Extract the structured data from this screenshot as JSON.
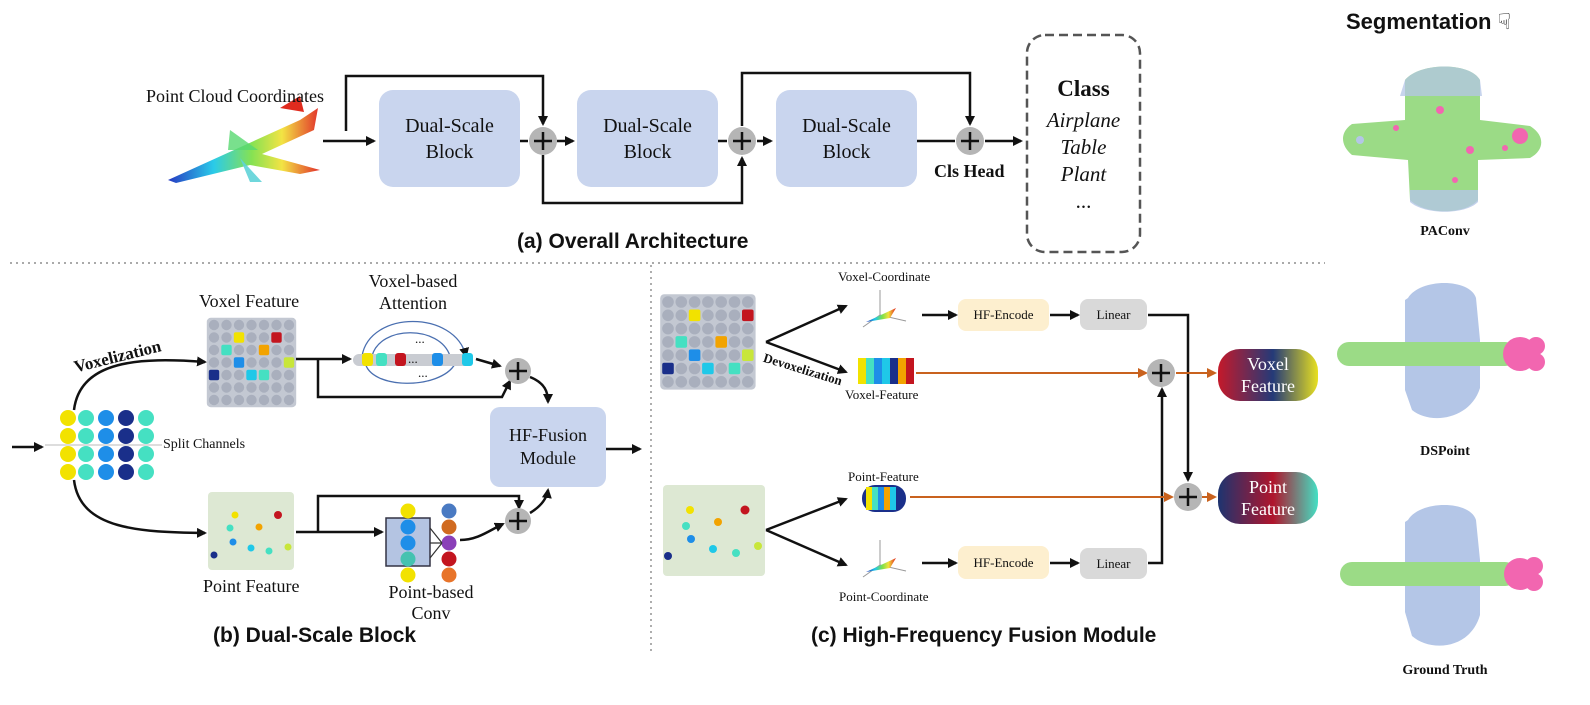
{
  "captions": {
    "a": "(a) Overall Architecture",
    "b": "(b) Dual-Scale Block",
    "c": "(c) High-Frequency Fusion Module"
  },
  "overall": {
    "input_label": "Point Cloud Coordinates",
    "block_line1": "Dual-Scale",
    "block_line2": "Block",
    "cls_head": "Cls Head",
    "class_title": "Class",
    "classes": [
      "Airplane",
      "Table",
      "Plant",
      "..."
    ]
  },
  "dual_scale": {
    "voxelization": "Voxelization",
    "voxel_feature": "Voxel Feature",
    "voxel_attention": [
      "Voxel-based",
      "Attention"
    ],
    "split_channels": "Split Channels",
    "point_feature": "Point Feature",
    "point_conv": [
      "Point-based",
      "Conv"
    ],
    "fusion_line1": "HF-Fusion",
    "fusion_line2": "Module",
    "dots": "..."
  },
  "hf_fusion": {
    "devoxelization": "Devoxelization",
    "voxel_coordinate": "Voxel-Coordinate",
    "voxel_feature_small": "Voxel-Feature",
    "point_feature_small": "Point-Feature",
    "point_coordinate": "Point-Coordinate",
    "hf_encode": "HF-Encode",
    "linear": "Linear",
    "out_voxel": [
      "Voxel",
      "Feature"
    ],
    "out_point": [
      "Point",
      "Feature"
    ]
  },
  "segmentation": {
    "title": "Segmentation",
    "hand_icon": "pointing-hand-icon",
    "methods": [
      "PAConv",
      "DSPoint",
      "Ground Truth"
    ]
  },
  "colors": {
    "block": "#c9d5ee",
    "hf_encode": "#fdefcf",
    "linear": "#d9d9d9",
    "arrow_orange": "#c9621e",
    "plane_body": "#b4c6e7",
    "plane_green": "#8ed97c",
    "plane_pink": "#f266b0"
  }
}
